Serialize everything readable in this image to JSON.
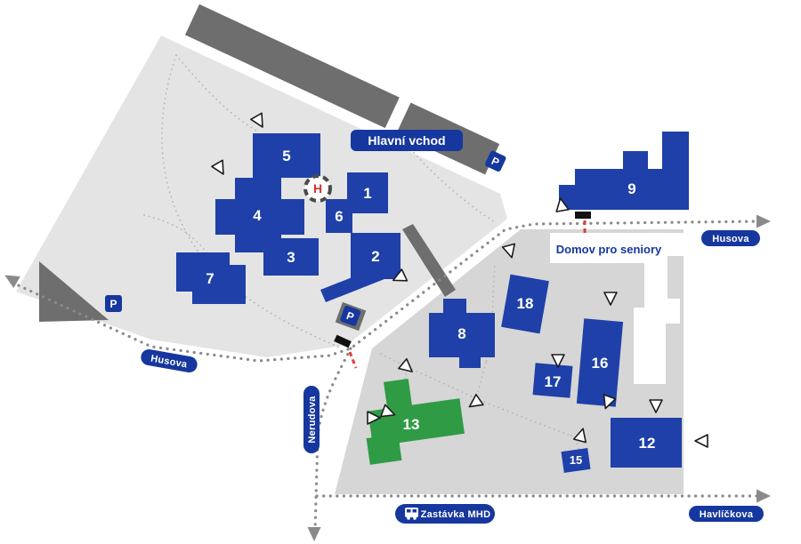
{
  "map": {
    "labels": {
      "main_entrance": "Hlavní vchod",
      "seniors_home": "Domov pro seniory",
      "transit_stop": "Zastávka MHD",
      "husova": "Husova",
      "nerudova": "Nerudova",
      "havlickova": "Havlíčkova",
      "parking": "P",
      "helipad": "H"
    },
    "buildings": {
      "b1": "1",
      "b2": "2",
      "b3": "3",
      "b4": "4",
      "b5": "5",
      "b6": "6",
      "b7": "7",
      "b8": "8",
      "b9": "9",
      "b12": "12",
      "b13": "13",
      "b15": "15",
      "b16": "16",
      "b17": "17",
      "b18": "18"
    },
    "colors": {
      "building_blue": "#1e40a8",
      "building_green": "#2f9b44",
      "campus_light": "#e4e4e4",
      "campus_dark": "#d6d6d6",
      "dark_gray": "#6e6e6e",
      "label_blue": "#16379e",
      "helipad_red": "#d32f2f",
      "gate_red": "#e23b3b",
      "road_dot": "#8a8a8a"
    }
  }
}
